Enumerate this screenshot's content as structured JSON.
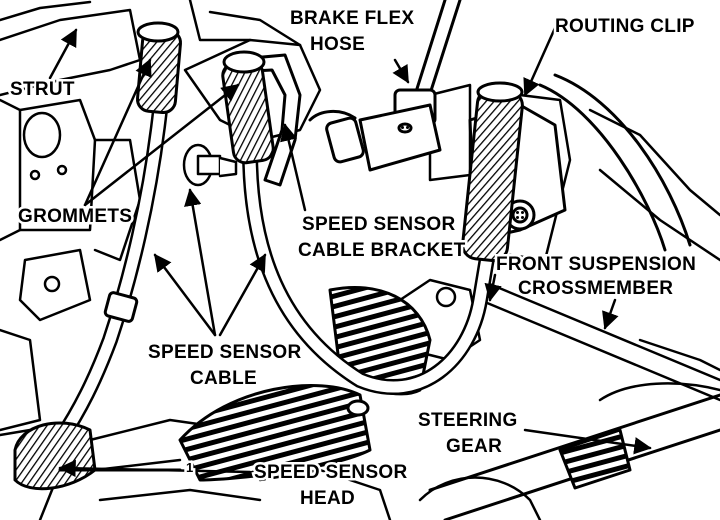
{
  "labels": {
    "strut": "STRUT",
    "brake_flex_hose_1": "BRAKE FLEX",
    "brake_flex_hose_2": "HOSE",
    "routing_clip": "ROUTING CLIP",
    "grommets": "GROMMETS",
    "speed_sensor_cable_bracket_1": "SPEED SENSOR",
    "speed_sensor_cable_bracket_2": "CABLE BRACKET",
    "front_suspension_crossmember_1": "FRONT SUSPENSION",
    "front_suspension_crossmember_2": "CROSSMEMBER",
    "speed_sensor_cable_1": "SPEED SENSOR",
    "speed_sensor_cable_2": "CABLE",
    "steering_gear_1": "STEERING",
    "steering_gear_2": "GEAR",
    "speed_sensor_head_1": "SPEED SENSOR",
    "speed_sensor_head_2": "HEAD",
    "ref_number": "1"
  },
  "colors": {
    "ink": "#000000",
    "paper": "#ffffff"
  }
}
